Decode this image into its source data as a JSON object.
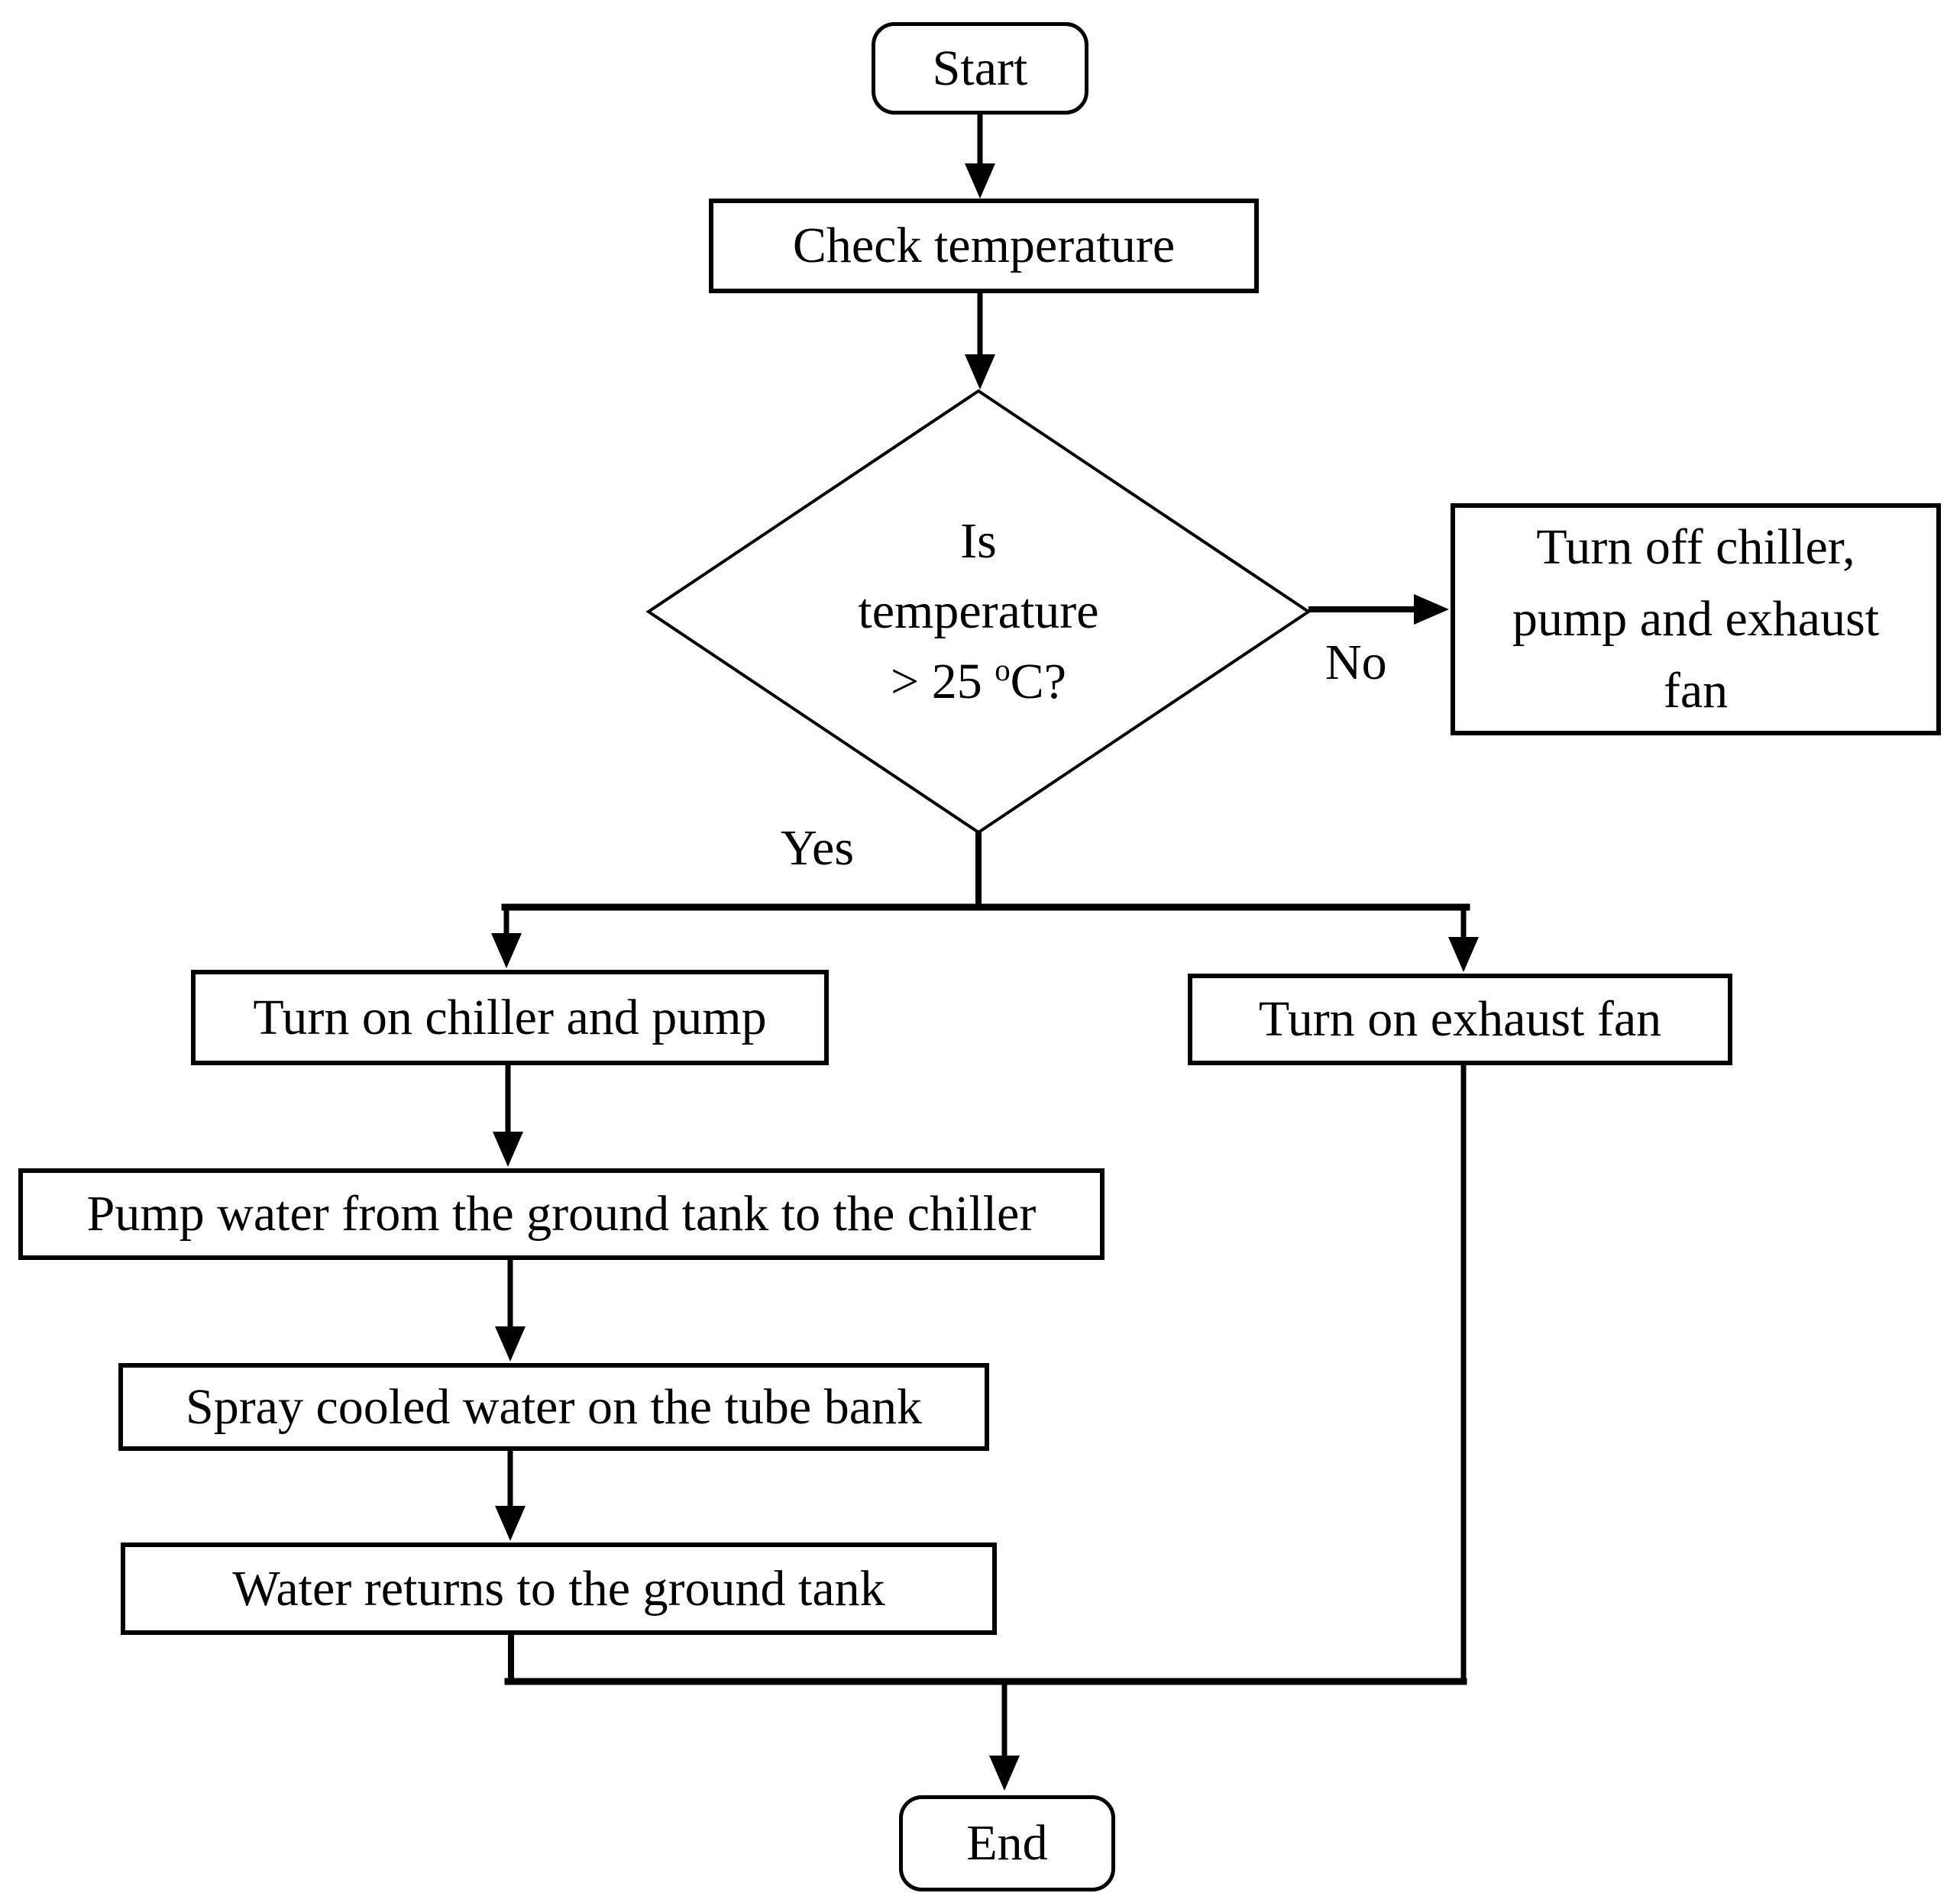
{
  "flowchart": {
    "nodes": {
      "start": "Start",
      "check_temperature": "Check temperature",
      "decision": {
        "line1": "Is",
        "line2": "temperature",
        "line3_prefix": "> 25 ",
        "line3_sup": "o",
        "line3_suffix": "C?"
      },
      "turn_off": {
        "line1": "Turn off chiller,",
        "line2": "pump and exhaust",
        "line3": "fan"
      },
      "turn_on_chiller_pump": "Turn on chiller and pump",
      "turn_on_exhaust_fan": "Turn on exhaust fan",
      "pump_water": "Pump water from the ground tank to the chiller",
      "spray_water": "Spray cooled water on the tube bank",
      "water_returns": "Water returns to the ground tank",
      "end": "End"
    },
    "edge_labels": {
      "yes": "Yes",
      "no": "No"
    },
    "colors": {
      "stroke": "#000000",
      "background": "#ffffff",
      "text": "#000000"
    }
  }
}
